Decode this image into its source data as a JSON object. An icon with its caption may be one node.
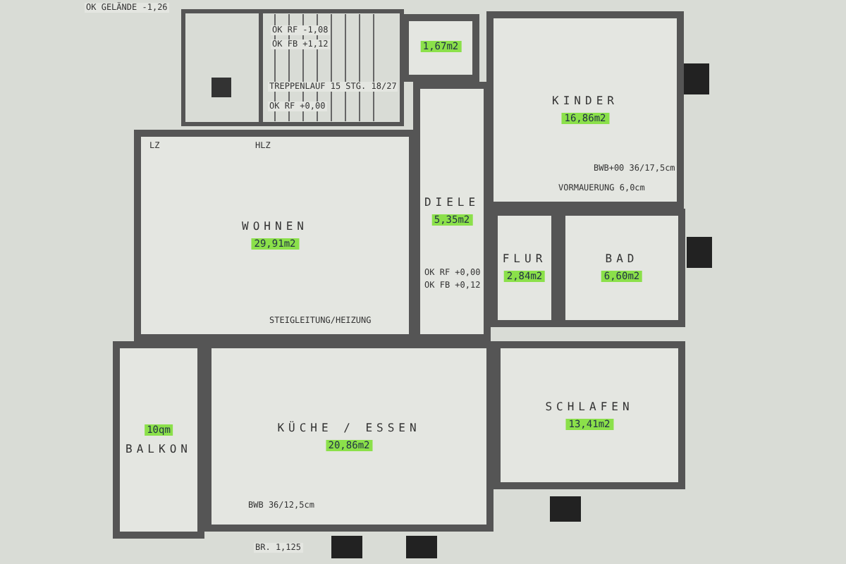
{
  "diagram": {
    "nodes": [
      {
        "text": [
          "1,67m2"
        ]
      },
      {
        "text": [
          "KINDER",
          "16,86m2"
        ]
      },
      {
        "text": [
          "WOHNEN",
          "29,91m2"
        ]
      },
      {
        "text": [
          "DIELE",
          "5,35m2"
        ]
      },
      {
        "text": [
          "FLUR",
          "2,84m2"
        ]
      },
      {
        "text": [
          "BAD",
          "6,60m2"
        ]
      },
      {
        "text": [
          "10qm",
          "BALKON"
        ]
      },
      {
        "text": [
          "KÜCHE / ESSEN",
          "20,86m2"
        ]
      },
      {
        "text": [
          "SCHLAFEN",
          "13,41m2"
        ]
      }
    ],
    "labels": [
      "OK GELÄNDE -1,26",
      "OK RF -1,08",
      "OK FB +1,12",
      "TREPPENLAUF 15 STG. 18/27",
      "OK RF +0,00",
      "LZ",
      "HLZ",
      "BWB+00 36/17,5cm",
      "VORMAUERUNG 6,0cm",
      "OK RF +0,00",
      "OK FB +0,12",
      "STEIGLEITUNG/HEIZUNG",
      "BWB 36/12,5cm",
      "BR. 1,125"
    ]
  }
}
